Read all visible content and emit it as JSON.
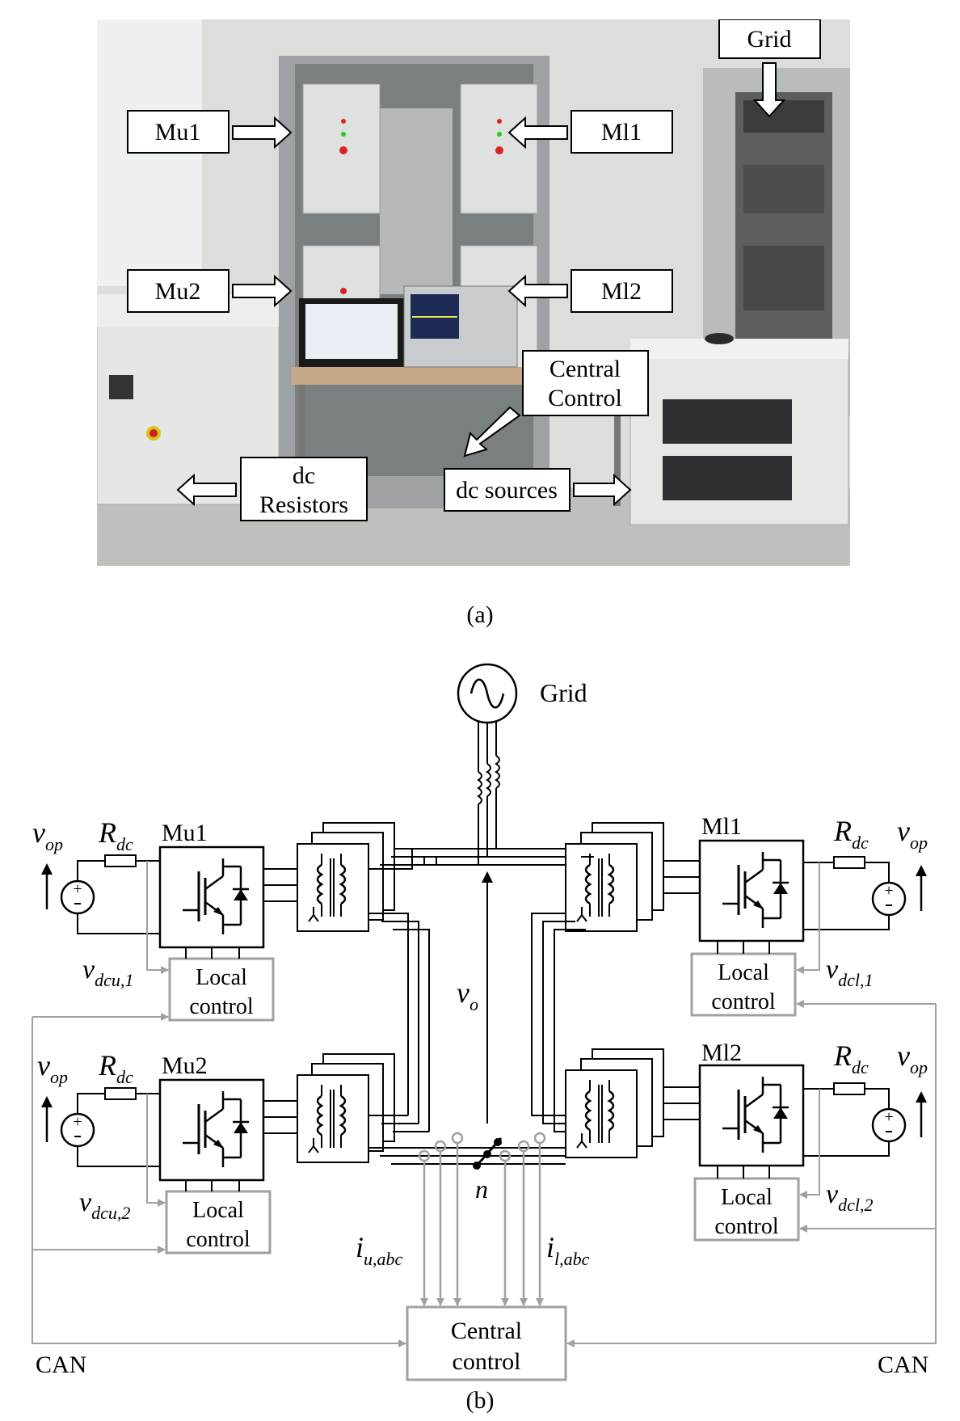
{
  "figure_a": {
    "caption": "(a)",
    "labels": {
      "mu1": "Mu1",
      "ml1": "Ml1",
      "mu2": "Mu2",
      "ml2": "Ml2",
      "grid": "Grid",
      "central_control_line1": "Central",
      "central_control_line2": "Control",
      "dc_resistors_line1": "dc",
      "dc_resistors_line2": "Resistors",
      "dc_sources": "dc sources"
    }
  },
  "figure_b": {
    "caption": "(b)",
    "grid": "Grid",
    "modules": {
      "mu1": "Mu1",
      "mu2": "Mu2",
      "ml1": "Ml1",
      "ml2": "Ml2"
    },
    "resistor_main": "R",
    "resistor_sub": "dc",
    "vop_main": "v",
    "vop_sub": "op",
    "vdcu1_sub": "dcu,1",
    "vdcu2_sub": "dcu,2",
    "vdcl1_sub": "dcl,1",
    "vdcl2_sub": "dcl,2",
    "vo_sub": "o",
    "n_label": "n",
    "iu_main": "i",
    "iu_sub": "u,abc",
    "il_sub": "l,abc",
    "local_line1": "Local",
    "local_line2": "control",
    "central_line1": "Central",
    "central_line2": "control",
    "can_left": "CAN",
    "can_right": "CAN"
  },
  "colors": {
    "signal": "#a0a0a0",
    "line": "#000000",
    "photo_wall": "#d9dbd7",
    "cabinet": "#8f9294"
  }
}
